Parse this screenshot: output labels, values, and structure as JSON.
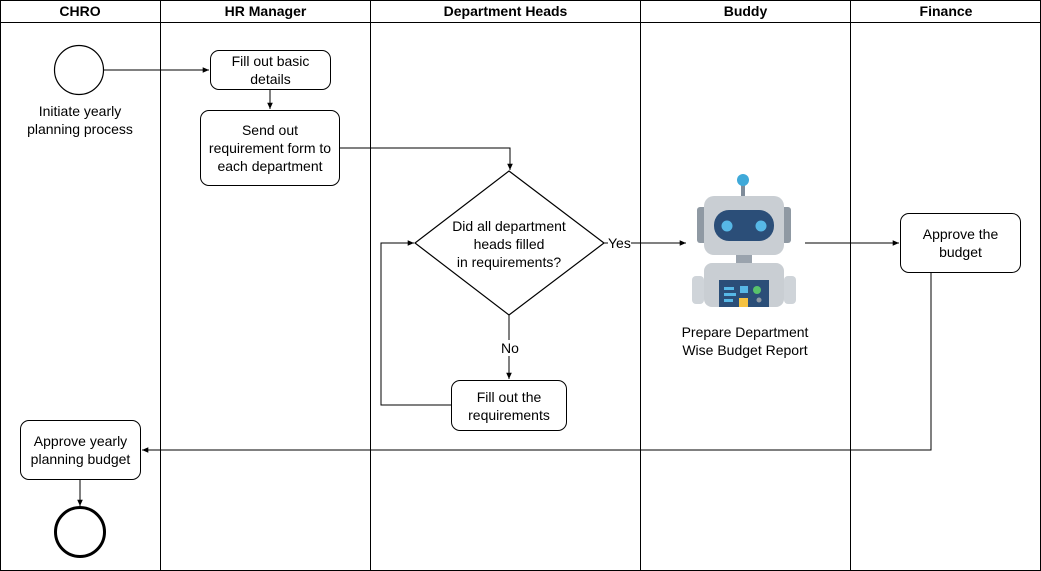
{
  "lanes": [
    "CHRO",
    "HR Manager",
    "Department Heads",
    "Buddy",
    "Finance"
  ],
  "nodes": {
    "start_label": "Initiate yearly\nplanning process",
    "fill_basic": "Fill out basic\ndetails",
    "send_form": "Send out\nrequirement form to\neach department",
    "decision": "Did all department\nheads filled\nin requirements?",
    "fill_requirements": "Fill out the\nrequirements",
    "buddy_label": "Prepare Department\nWise Budget Report",
    "approve_budget": "Approve the\nbudget",
    "approve_yearly": "Approve yearly\nplanning budget"
  },
  "edges": {
    "yes": "Yes",
    "no": "No"
  },
  "robot_icon": "robot-icon"
}
